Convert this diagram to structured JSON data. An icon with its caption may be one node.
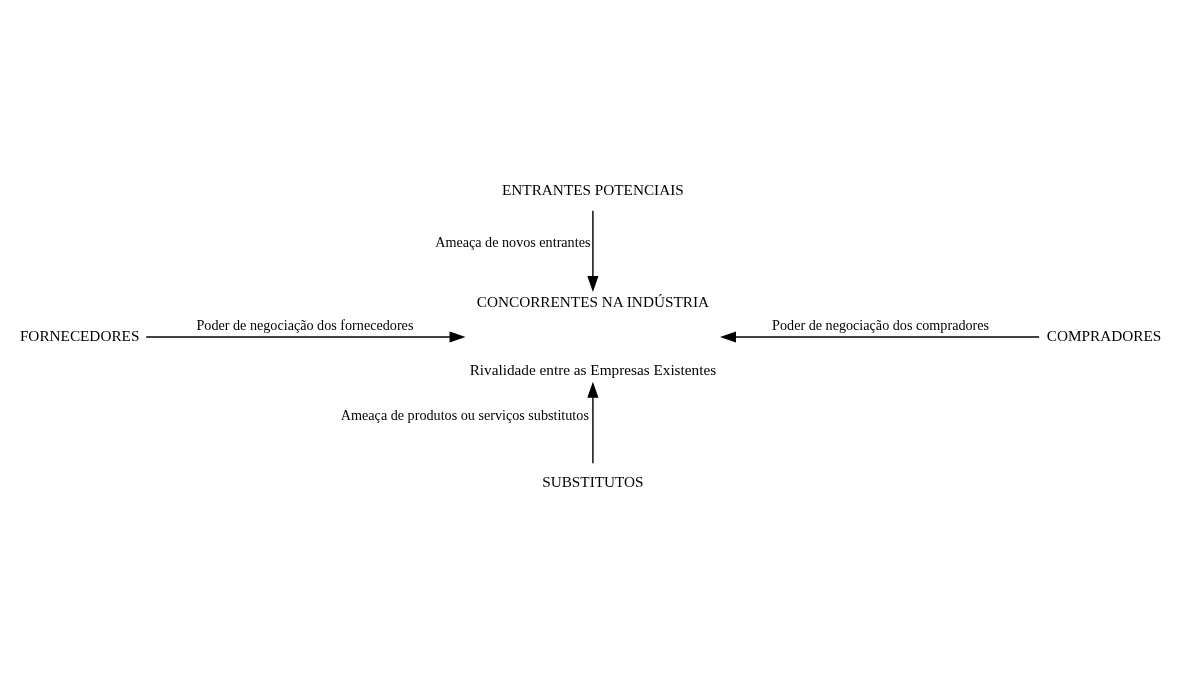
{
  "diagram": {
    "nodes": [
      {
        "text": [
          "ENTRANTES POTENCIAIS"
        ]
      },
      {
        "text": [
          "FORNECEDORES"
        ]
      },
      {
        "text": [
          "CONCORRENTES NA INDÚSTRIA",
          "Rivalidade entre as Empresas Existentes"
        ]
      },
      {
        "text": [
          "COMPRADORES"
        ]
      },
      {
        "text": [
          "SUBSTITUTOS"
        ]
      }
    ],
    "edges": [
      {
        "from": 0,
        "to": 2,
        "arrow": "to",
        "label": "Ameaça de novos entrantes"
      },
      {
        "from": 1,
        "to": 2,
        "arrow": "to",
        "label": "Poder de negociação dos fornecedores"
      },
      {
        "from": 3,
        "to": 2,
        "arrow": "to",
        "label": "Poder de negociação dos compradores"
      },
      {
        "from": 4,
        "to": 2,
        "arrow": "to",
        "label": "Ameaça de produtos ou serviços substitutos"
      }
    ]
  }
}
